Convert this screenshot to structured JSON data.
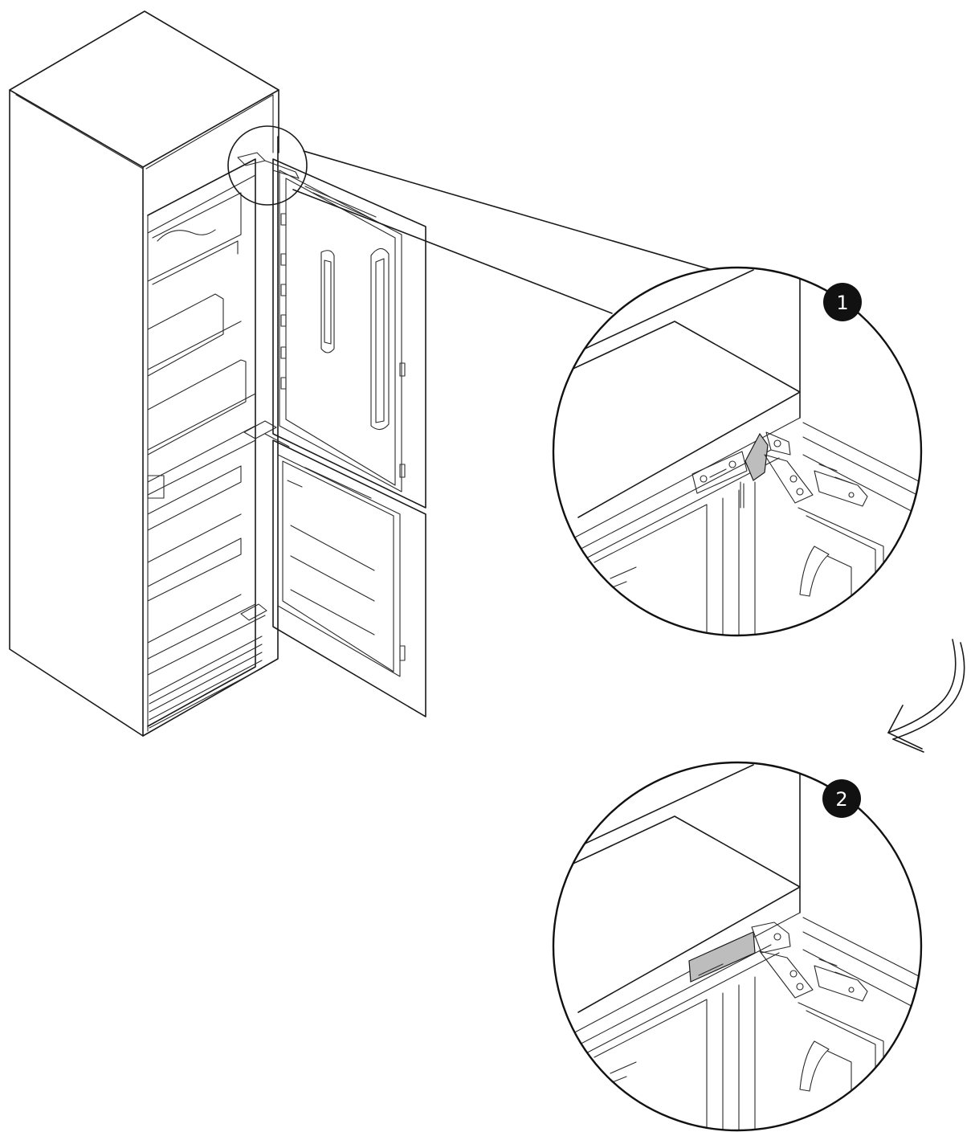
{
  "figure": {
    "step_badges": [
      {
        "label": "1"
      },
      {
        "label": "2"
      }
    ],
    "colors": {
      "line": "#1a1a1a",
      "badge": "#111111",
      "badge_text": "#ffffff",
      "shade": "#bdbdbd",
      "background": "#ffffff"
    },
    "icons": [
      "detail-magnifier-circle",
      "curved-arrow-down-icon",
      "upward-arrow-icon"
    ]
  }
}
